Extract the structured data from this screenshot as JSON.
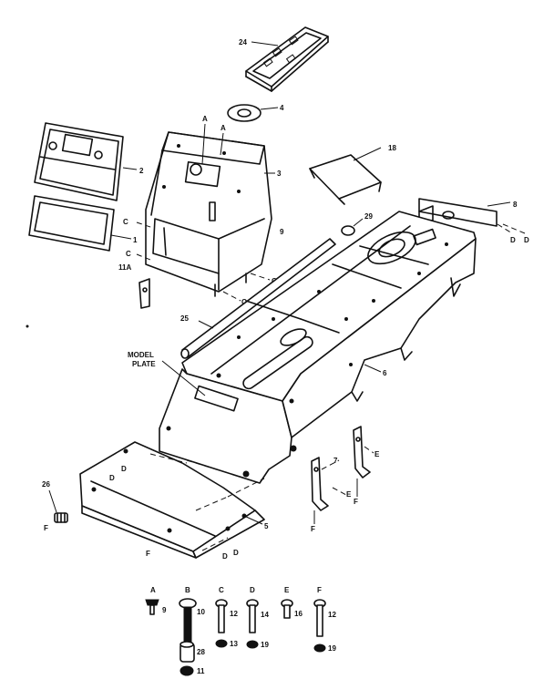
{
  "callouts": [
    {
      "id": "c24",
      "text": "24"
    },
    {
      "id": "c4",
      "text": "4"
    },
    {
      "id": "c2",
      "text": "2"
    },
    {
      "id": "c1",
      "text": "1"
    },
    {
      "id": "c3",
      "text": "3"
    },
    {
      "id": "c18",
      "text": "18"
    },
    {
      "id": "c8",
      "text": "8"
    },
    {
      "id": "c29",
      "text": "29"
    },
    {
      "id": "c11a",
      "text": "11A"
    },
    {
      "id": "c25",
      "text": "25"
    },
    {
      "id": "c6",
      "text": "6"
    },
    {
      "id": "c26",
      "text": "26"
    },
    {
      "id": "c5",
      "text": "5"
    },
    {
      "id": "c7",
      "text": "7"
    },
    {
      "id": "c9",
      "text": "9"
    }
  ],
  "model_plate": [
    "MODEL",
    "PLATE"
  ],
  "letters": {
    "A": "A",
    "B": "B",
    "C": "C",
    "D": "D",
    "E": "E",
    "F": "F"
  },
  "hardware": [
    {
      "letter": "A",
      "num": "9"
    },
    {
      "letter": "B",
      "num": "10",
      "num2": "28",
      "num3": "11"
    },
    {
      "letter": "C",
      "num": "12",
      "num2": "13"
    },
    {
      "letter": "D",
      "num": "14",
      "num2": "19"
    },
    {
      "letter": "E",
      "num": "16"
    },
    {
      "letter": "F",
      "num": "12",
      "num2": "19"
    }
  ]
}
